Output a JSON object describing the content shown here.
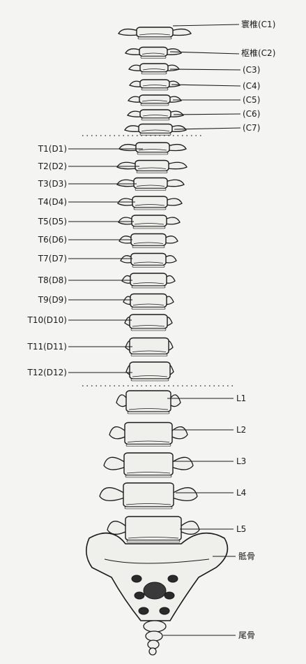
{
  "labels": {
    "c1": "寰椎(C1)",
    "c2": "枢椎(C2)",
    "c3": "(C3)",
    "c4": "(C4)",
    "c5": "(C5)",
    "c6": "(C6)",
    "c7": "(C7)",
    "t1": "T1(D1)",
    "t2": "T2(D2)",
    "t3": "T3(D3)",
    "t4": "T4(D4)",
    "t5": "T5(D5)",
    "t6": "T6(D6)",
    "t7": "T7(D7)",
    "t8": "T8(D8)",
    "t9": "T9(D9)",
    "t10": "T10(D10)",
    "t11": "T11(D11)",
    "t12": "T12(D12)",
    "l1": "L1",
    "l2": "L2",
    "l3": "L3",
    "l4": "L4",
    "l5": "L5",
    "sacrum": "骶骨",
    "coccyx": "尾骨"
  },
  "colors": {
    "ink": "#1a1a1a",
    "bone": "#efefec",
    "paper": "#f4f4f2"
  }
}
